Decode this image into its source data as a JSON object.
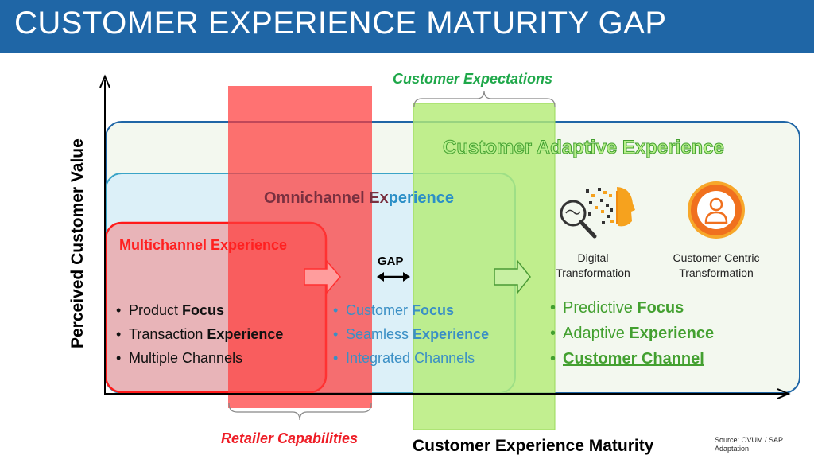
{
  "title": "CUSTOMER EXPERIENCE MATURITY GAP",
  "axes": {
    "y_label": "Perceived Customer Value",
    "x_label": "Customer Experience Maturity"
  },
  "labels": {
    "customer_expectations": "Customer Expectations",
    "retailer_capabilities": "Retailer Capabilities",
    "gap": "GAP",
    "source_line1": "Source: OVUM / SAP",
    "source_line2": "Adaptation"
  },
  "stages": {
    "multichannel": {
      "heading": "Multichannel Experience",
      "bullets": [
        {
          "plain": "Product ",
          "bold": "Focus"
        },
        {
          "plain": "Transaction ",
          "bold": "Experience"
        },
        {
          "plain": "Multiple Channels",
          "bold": ""
        }
      ]
    },
    "omnichannel": {
      "heading_a": "Omnichannel Ex",
      "heading_b": "perience",
      "bullets": [
        {
          "plain": "Customer ",
          "bold": "Focus"
        },
        {
          "plain": "Seamless ",
          "bold": "Experience"
        },
        {
          "plain": "Integrated Channels",
          "bold": ""
        }
      ]
    },
    "adaptive": {
      "heading": "Customer Adaptive Experience",
      "bullets": [
        {
          "plain": "Predictive ",
          "bold": "Focus"
        },
        {
          "plain": "Adaptive ",
          "bold": "Experience"
        },
        {
          "plain": "",
          "bold": "Customer Channel"
        }
      ]
    }
  },
  "icons": {
    "digital_line1": "Digital",
    "digital_line2": "Transformation",
    "centric_line1": "Customer Centric",
    "centric_line2": "Transformation"
  },
  "colors": {
    "title_bar": "#1f66a6",
    "multichannel": "#ff2020",
    "omnichannel_heading_a": "#7a3040",
    "omnichannel_heading_b": "#2b8fc7",
    "omnichannel_text": "#3a8fc5",
    "adaptive": "#43a030",
    "expectations": "#1fa84a",
    "retailer": "#ee1c25"
  }
}
